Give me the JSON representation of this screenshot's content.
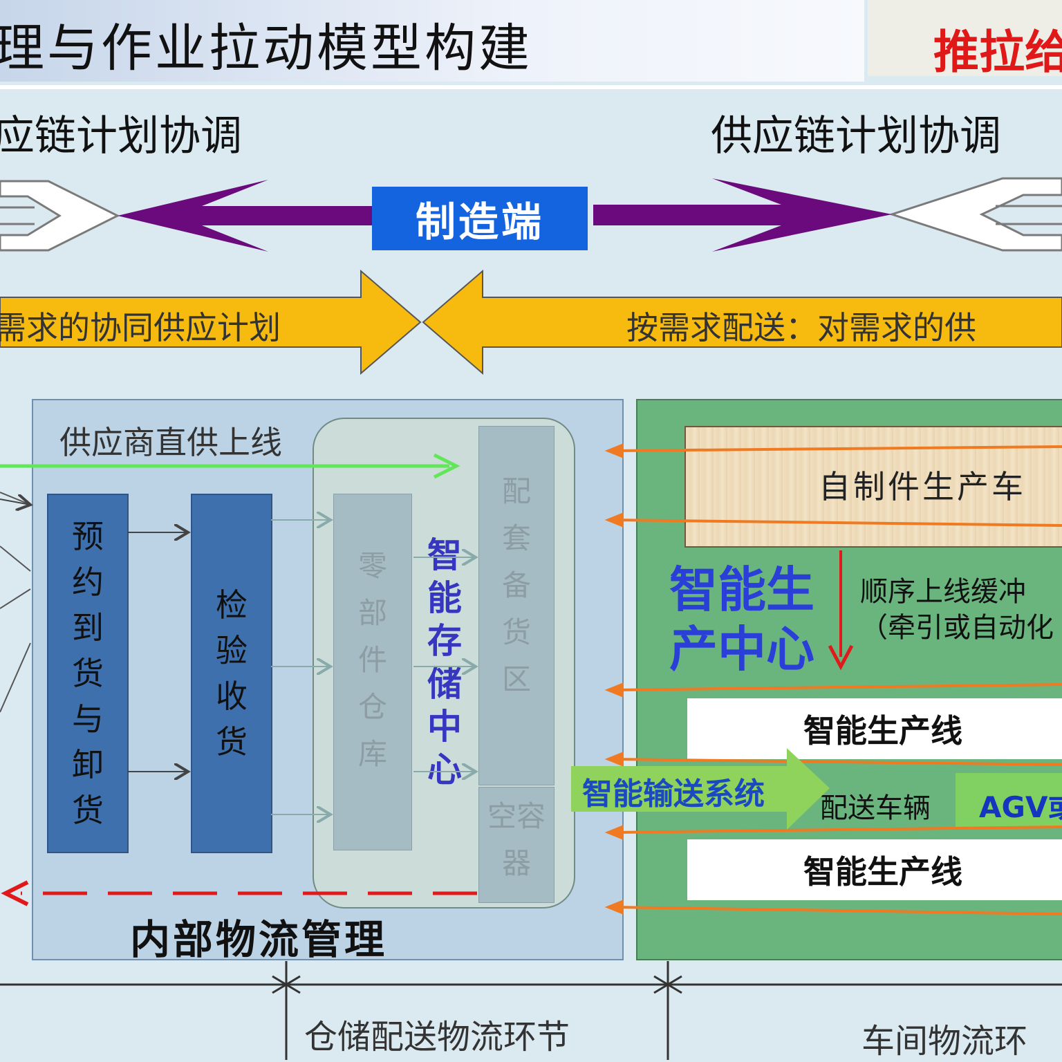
{
  "header": {
    "title": "理与作业拉动模型构建",
    "corner_text": "推拉给"
  },
  "top": {
    "left_label": "应链计划协调",
    "right_label": "供应链计划协调",
    "manufacturing_label": "制造端"
  },
  "yellow": {
    "left_label": "需求的协同供应计划",
    "right_label": "按需求配送：对需求的供"
  },
  "warehouse": {
    "supplier_label": "供应商直供上线",
    "box1": [
      "预",
      "约",
      "到",
      "货",
      "与",
      "卸",
      "货"
    ],
    "box2": [
      "检",
      "验",
      "收",
      "货"
    ],
    "parts_warehouse": [
      "零",
      "部",
      "件",
      "仓",
      "库"
    ],
    "kitting_area": [
      "配",
      "套",
      "备",
      "货",
      "区"
    ],
    "empty_containers": [
      "空容",
      "器"
    ],
    "smart_storage": [
      "智",
      "能",
      "存",
      "储",
      "中",
      "心"
    ],
    "title": "内部物流管理"
  },
  "production": {
    "self_made_label": "自制件生产车",
    "smart_center": [
      "智能生",
      "产中心"
    ],
    "buffer_lines": [
      "顺序上线缓冲",
      "（牵引或自动化"
    ],
    "line1": "智能生产线",
    "line2": "智能生产线",
    "conveyor": "智能输送系统",
    "delivery": "配送车辆",
    "agv": "AGV或"
  },
  "bottom": {
    "segment1": "仓储配送物流环节",
    "segment2": "车间物流环"
  },
  "colors": {
    "purple_arrow": "#6a0a7c",
    "yellow_arrow": "#f7bb10",
    "blue_label": "#1464e0",
    "orange_line": "#ef7a22",
    "red_arrow": "#e01a1a",
    "green_arrow": "#62e65a",
    "conveyor_arrow": "#8fd35c"
  }
}
